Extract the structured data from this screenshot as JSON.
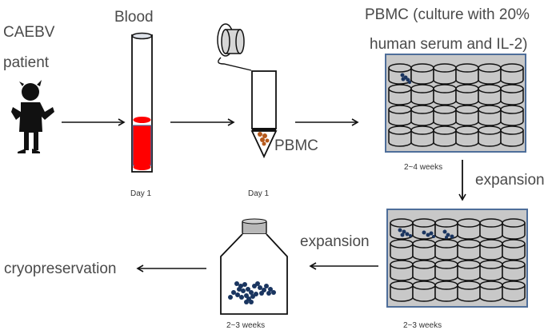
{
  "labels": {
    "patient_line1": "CAEBV",
    "patient_line2": "patient",
    "blood": "Blood",
    "day1_blood": "Day 1",
    "day1_tube": "Day 1",
    "pbmc": "PBMC",
    "culture_line1": "PBMC (culture with 20%",
    "culture_line2": "human serum  and IL-2)",
    "weeks_plate1": "2~4 weeks",
    "expansion_down": "expansion",
    "expansion_left": "expansion",
    "weeks_plate2": "2~3 weeks",
    "weeks_flask": "2~3 weeks",
    "cryopreservation": "cryopreservation"
  },
  "colors": {
    "blood": "#ff0000",
    "pbmc_pellet": "#b5591c",
    "cells": "#1a3560",
    "plate_bg": "#c8c8c8",
    "plate_border": "#4e6e9a"
  }
}
